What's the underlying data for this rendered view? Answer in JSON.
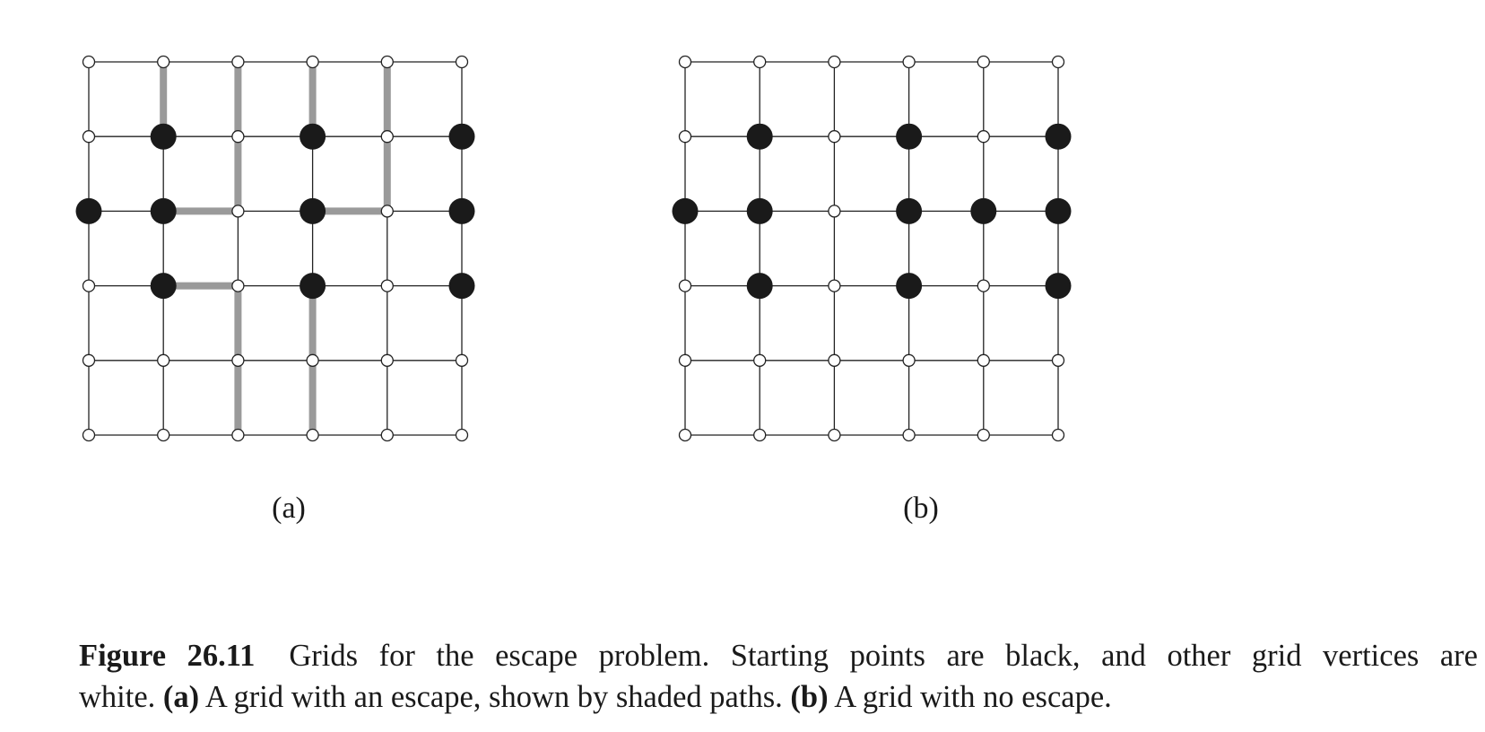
{
  "grids": [
    {
      "id": "a",
      "label": "(a)",
      "rows": 6,
      "cols": 6,
      "colors": {
        "grid_line": "#222222",
        "vertex_fill_white": "#ffffff",
        "start_point_fill": "#1a1a1a",
        "path_shade": "#9a9a9a"
      },
      "start_points": [
        [
          1,
          1
        ],
        [
          1,
          3
        ],
        [
          1,
          5
        ],
        [
          2,
          0
        ],
        [
          2,
          1
        ],
        [
          2,
          3
        ],
        [
          2,
          5
        ],
        [
          3,
          1
        ],
        [
          3,
          3
        ],
        [
          3,
          5
        ]
      ],
      "escape_paths": [
        [
          [
            1,
            1
          ],
          [
            0,
            1
          ]
        ],
        [
          [
            2,
            1
          ],
          [
            2,
            2
          ],
          [
            1,
            2
          ],
          [
            0,
            2
          ]
        ],
        [
          [
            1,
            3
          ],
          [
            0,
            3
          ]
        ],
        [
          [
            2,
            3
          ],
          [
            2,
            4
          ],
          [
            1,
            4
          ],
          [
            0,
            4
          ]
        ],
        [
          [
            3,
            1
          ],
          [
            3,
            2
          ],
          [
            4,
            2
          ],
          [
            5,
            2
          ]
        ],
        [
          [
            3,
            3
          ],
          [
            4,
            3
          ],
          [
            5,
            3
          ]
        ]
      ]
    },
    {
      "id": "b",
      "label": "(b)",
      "rows": 6,
      "cols": 6,
      "colors": {
        "grid_line": "#222222",
        "vertex_fill_white": "#ffffff",
        "start_point_fill": "#1a1a1a"
      },
      "start_points": [
        [
          1,
          1
        ],
        [
          1,
          3
        ],
        [
          1,
          5
        ],
        [
          2,
          0
        ],
        [
          2,
          1
        ],
        [
          2,
          3
        ],
        [
          2,
          4
        ],
        [
          2,
          5
        ],
        [
          3,
          1
        ],
        [
          3,
          3
        ],
        [
          3,
          5
        ]
      ],
      "escape_paths": []
    }
  ],
  "caption": {
    "figure_number": "Figure 26.11",
    "line1_text": "Grids for the escape problem. Starting points are black, and other grid vertices are",
    "line2_start": "white.",
    "part_a_marker": "(a)",
    "part_a_text": "A grid with an escape, shown by shaded paths.",
    "part_b_marker": "(b)",
    "part_b_text": "A grid with no escape."
  }
}
